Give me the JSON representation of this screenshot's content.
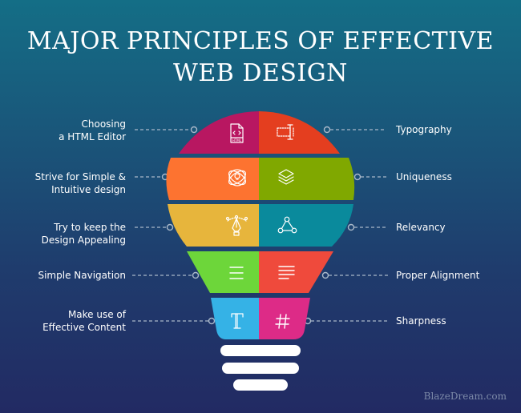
{
  "title": {
    "line1": "MAJOR PRINCIPLES OF EFFECTIVE",
    "line2": "WEB DESIGN"
  },
  "left_principles": [
    {
      "line1": "Choosing",
      "line2": "a HTML Editor",
      "icon": "html-file-icon",
      "color": "#b81761"
    },
    {
      "line1": "Strive for Simple &",
      "line2": "Intuitive design",
      "icon": "lightbulb-orbit-icon",
      "color": "#fd7330"
    },
    {
      "line1": "Try to keep the",
      "line2": "Design Appealing",
      "icon": "pen-tool-icon",
      "color": "#e7b53c"
    },
    {
      "line1": "Simple Navigation",
      "line2": "",
      "icon": "menu-icon",
      "color": "#6dd63a"
    },
    {
      "line1": "Make use of",
      "line2": "Effective Content",
      "icon": "text-icon",
      "color": "#35b2e6"
    }
  ],
  "right_principles": [
    {
      "label": "Typography",
      "icon": "text-cursor-box-icon",
      "color": "#e43e1f"
    },
    {
      "label": "Uniqueness",
      "icon": "layers-icon",
      "color": "#80a800"
    },
    {
      "label": "Relevancy",
      "icon": "triangle-nodes-icon",
      "color": "#0a8a9c"
    },
    {
      "label": "Proper Alignment",
      "icon": "align-left-icon",
      "color": "#ef4a3c"
    },
    {
      "label": "Sharpness",
      "icon": "hashtag-icon",
      "color": "#dd2b87"
    }
  ],
  "watermark": "BlazeDream.com"
}
